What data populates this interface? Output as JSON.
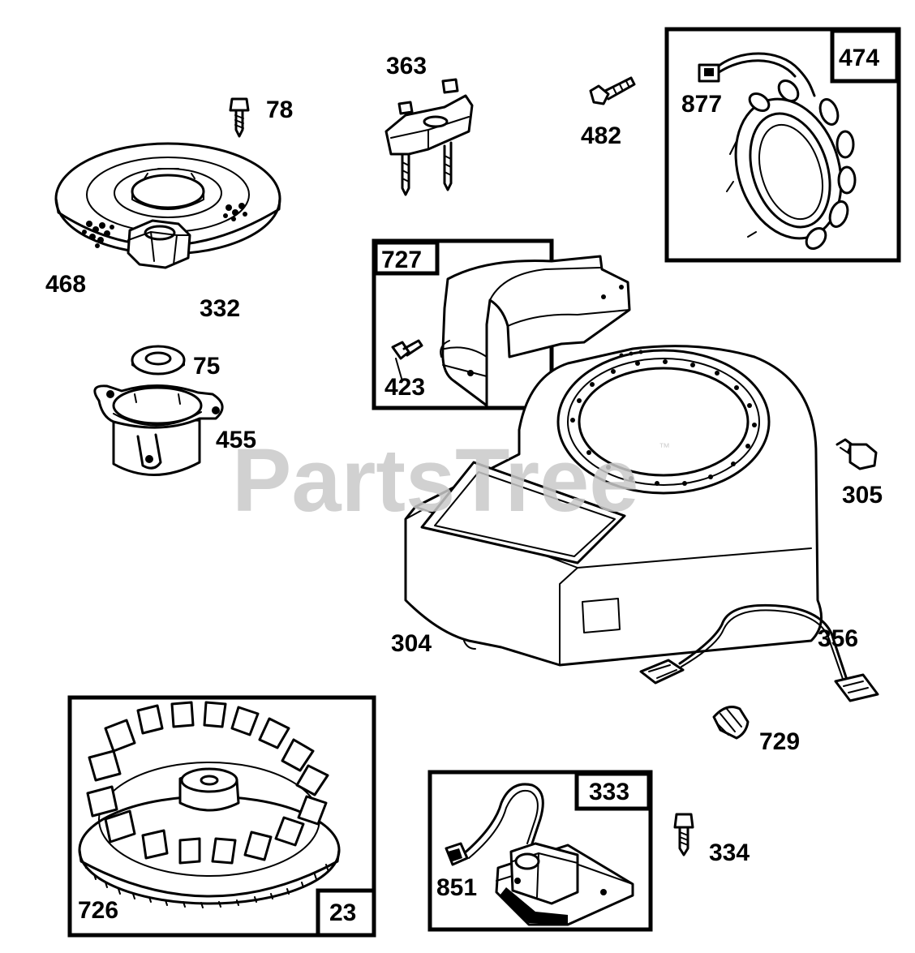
{
  "watermark": {
    "text": "PartsTree",
    "mark": "™"
  },
  "callouts": {
    "p78": "78",
    "p363": "363",
    "p482": "482",
    "p474": "474",
    "p877": "877",
    "p468": "468",
    "p332": "332",
    "p75": "75",
    "p455": "455",
    "p727": "727",
    "p423": "423",
    "p305": "305",
    "p304": "304",
    "p356": "356",
    "p729": "729",
    "p726": "726",
    "p23": "23",
    "p333": "333",
    "p851": "851",
    "p334": "334"
  },
  "colors": {
    "line": "#000000",
    "background": "#ffffff",
    "watermark": "#c9c9c9"
  }
}
